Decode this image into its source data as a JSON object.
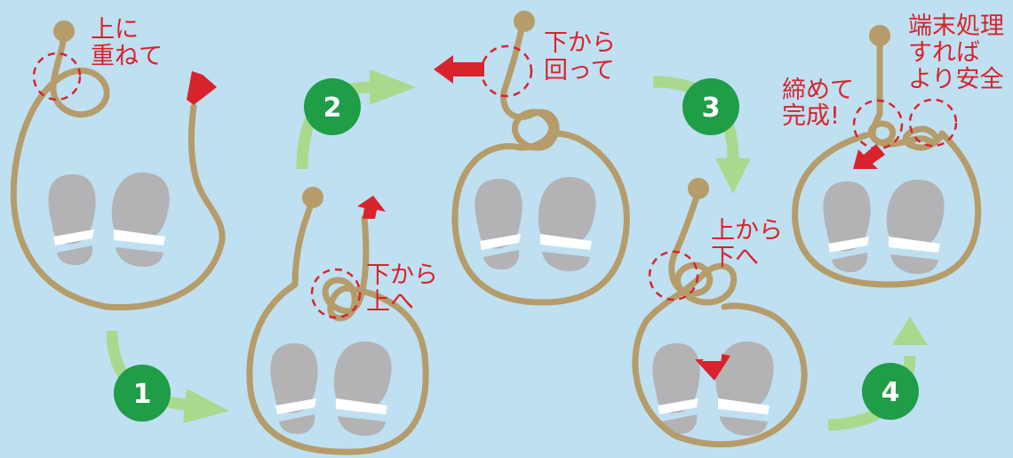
{
  "background_color": "#bfe0f1",
  "colors": {
    "rope": "#b59c6a",
    "annotation": "#d8232c",
    "flow_arrow": "#a9d98c",
    "step_badge": "#1f9d47",
    "footprint": "#b3b3b5"
  },
  "steps": [
    {
      "number": "1"
    },
    {
      "number": "2"
    },
    {
      "number": "3"
    },
    {
      "number": "4"
    }
  ],
  "annotations": {
    "panel1": [
      "上に",
      "重ねて"
    ],
    "panel2": [
      "下から",
      "上へ"
    ],
    "panel3": [
      "下から",
      "回って"
    ],
    "panel4": [
      "上から",
      "下へ"
    ],
    "panel5_left": [
      "締めて",
      "完成!"
    ],
    "panel5_right": [
      "端末処理",
      "すれば",
      "より安全"
    ]
  }
}
